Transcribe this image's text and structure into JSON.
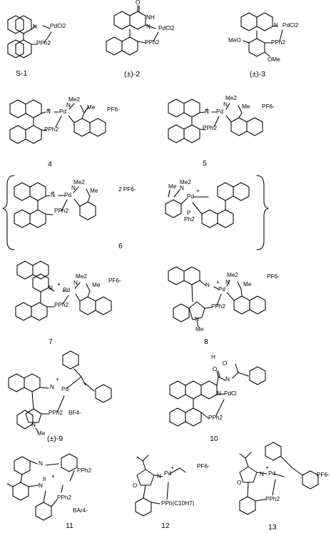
{
  "compounds": [
    {
      "label": "S-1",
      "atoms": {
        "n": "N",
        "pd": "PdCl2",
        "p": "PPh2"
      }
    },
    {
      "label": "(±)-2",
      "atoms": {
        "o": "O",
        "nh": "NH",
        "n": "N",
        "pd": "PdCl2",
        "p": "PPh2"
      }
    },
    {
      "label": "(±)-3",
      "atoms": {
        "ome1": "MeO",
        "ome2": "OMe",
        "n": "N",
        "pd": "PdCl2",
        "p": "PPh2"
      }
    },
    {
      "label": "4",
      "atoms": {
        "n": "N",
        "pd": "Pd",
        "p": "PPh2",
        "me2": "Me2",
        "n2": "N",
        "me": "Me",
        "plus": "+",
        "anion": "PF6-"
      }
    },
    {
      "label": "5",
      "atoms": {
        "n": "N",
        "pd": "Pd",
        "p": "PPh2",
        "me2": "Me2",
        "n2": "N",
        "me": "Me",
        "plus": "+",
        "anion": "PF6-"
      }
    },
    {
      "label": "6",
      "atoms": {
        "n": "N",
        "pd": "Pd",
        "p": "PPh2",
        "me2": "Me2",
        "n2": "N",
        "me": "Me",
        "plus": "+",
        "anion": "2 PF6-",
        "pd_b": "Pd",
        "n_b": "N",
        "me2_b": "Me2",
        "me_b": "Me",
        "p_b": "P",
        "ph2_b": "Ph2",
        "plus_b": "+"
      }
    },
    {
      "label": "7",
      "atoms": {
        "n": "N",
        "pd": "Pd",
        "p": "PPh2",
        "me2": "Me2",
        "n2": "N",
        "me": "Me",
        "plus": "+",
        "anion": "PF6-"
      }
    },
    {
      "label": "8",
      "atoms": {
        "n": "N",
        "pd": "Pd",
        "p": "PPh2",
        "me2": "Me2",
        "n2": "N",
        "me": "Me",
        "plus": "+",
        "anion": "PF6-",
        "nme_n": "N",
        "nme_me": "Me"
      }
    },
    {
      "label": "(±)-9",
      "atoms": {
        "n": "N",
        "pd": "Pd",
        "p": "PPh2",
        "plus": "+",
        "anion": "BF4-",
        "nme_n": "N",
        "nme_me": "Me"
      }
    },
    {
      "label": "10",
      "atoms": {
        "h": "H",
        "o1": "O",
        "o2": "O",
        "n1": "N",
        "n2": "N",
        "pd": "PdCl",
        "p": "PPh2"
      }
    },
    {
      "label": "11",
      "atoms": {
        "n1": "N",
        "n2": "N",
        "ir": "Ir",
        "plus": "+",
        "p1": "PPh2",
        "p2": "PPh2",
        "anion": "BAr4-"
      }
    },
    {
      "label": "12",
      "atoms": {
        "o": "O",
        "n": "N",
        "pd": "Pd",
        "plus": "+",
        "p": "PPh(C10H7)",
        "anion": "PF6-"
      }
    },
    {
      "label": "13",
      "atoms": {
        "o": "O",
        "n": "N",
        "pd": "Pd",
        "plus": "+",
        "p": "PPh2",
        "anion": "PF6-"
      }
    }
  ]
}
